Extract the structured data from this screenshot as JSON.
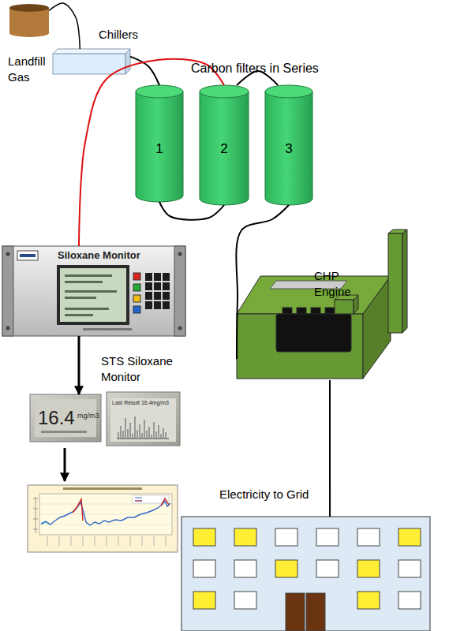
{
  "diagram": {
    "nodes": [
      {
        "text": [
          "Landfill Gas"
        ]
      },
      {
        "text": [
          "Chillers"
        ]
      },
      {
        "text": [
          "1"
        ]
      },
      {
        "text": [
          "2"
        ]
      },
      {
        "text": [
          "3"
        ]
      },
      {
        "text": [
          "Siloxane Monitor",
          "STS Siloxane Monitor"
        ]
      },
      {
        "text": [
          "16.4",
          "mg/m3"
        ]
      },
      {
        "text": [
          "Last Result 16.4mg/m3"
        ]
      },
      {
        "text": [
          "CHP Engine"
        ]
      },
      {
        "text": [
          "Electricity to Grid"
        ]
      }
    ],
    "edges": [
      {
        "from": 0,
        "to": 1,
        "arrow": "none"
      },
      {
        "from": 1,
        "to": 2,
        "arrow": "none"
      },
      {
        "from": 2,
        "to": 3,
        "arrow": "none"
      },
      {
        "from": 3,
        "to": 4,
        "arrow": "none"
      },
      {
        "from": 4,
        "to": 8,
        "arrow": "none"
      },
      {
        "from": 3,
        "to": 5,
        "arrow": "none"
      },
      {
        "from": 5,
        "to": 6,
        "arrow": "to"
      },
      {
        "from": 8,
        "to": 9,
        "arrow": "none"
      }
    ],
    "labels": [
      "Carbon filters in Series"
    ]
  }
}
